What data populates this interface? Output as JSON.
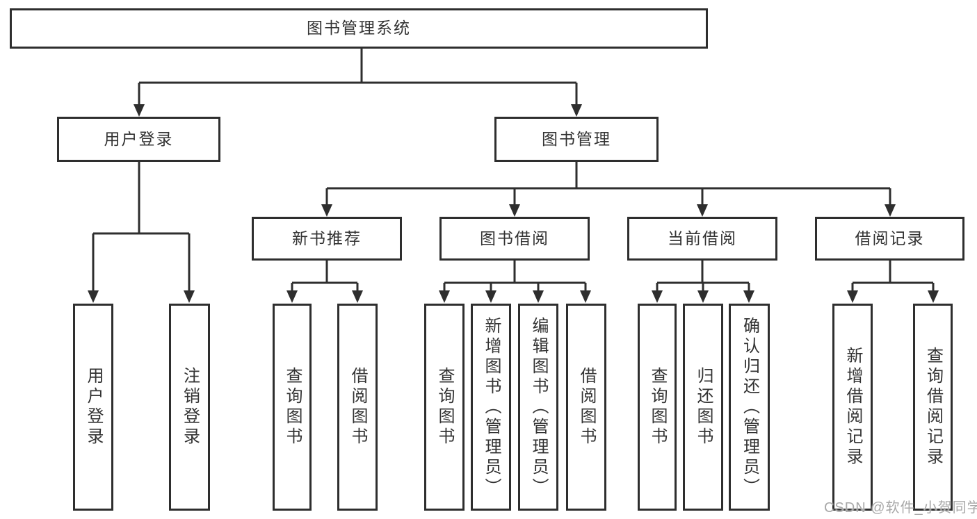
{
  "diagram": {
    "root": {
      "label": "图书管理系统"
    },
    "branches": [
      {
        "label": "用户登录",
        "children": [
          {
            "label": "用户登录"
          },
          {
            "label": "注销登录"
          }
        ]
      },
      {
        "label": "图书管理",
        "children": [
          {
            "label": "新书推荐",
            "children": [
              {
                "label": "查询图书"
              },
              {
                "label": "借阅图书"
              }
            ]
          },
          {
            "label": "图书借阅",
            "children": [
              {
                "label": "查询图书"
              },
              {
                "label": "新增图书（管理员）"
              },
              {
                "label": "编辑图书（管理员）"
              },
              {
                "label": "借阅图书"
              }
            ]
          },
          {
            "label": "当前借阅",
            "children": [
              {
                "label": "查询图书"
              },
              {
                "label": "归还图书"
              },
              {
                "label": "确认归还（管理员）"
              }
            ]
          },
          {
            "label": "借阅记录",
            "children": [
              {
                "label": "新增借阅记录"
              },
              {
                "label": "查询借阅记录"
              }
            ]
          }
        ]
      }
    ]
  },
  "watermark": {
    "text": "CSDN @软件_小贺同学"
  },
  "colors": {
    "line": "#2e2e2e",
    "box_border": "#2e2e2e",
    "box_fill": "#ffffff",
    "text": "#333333",
    "watermark": "#a8a8a8",
    "background": "#ffffff"
  }
}
